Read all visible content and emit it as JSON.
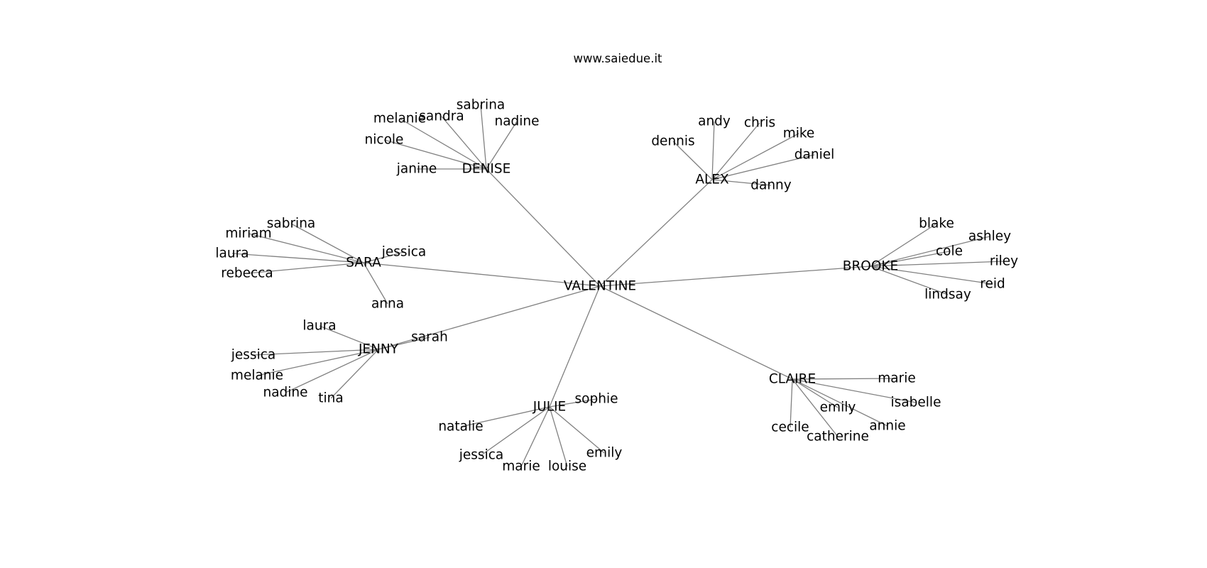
{
  "title": "www.saiedue.it",
  "root": "VALENTINE",
  "groups": [
    {
      "name": "DENISE",
      "children": [
        "melanie",
        "sandra",
        "sabrina",
        "nadine",
        "nicole",
        "janine"
      ]
    },
    {
      "name": "ALEX",
      "children": [
        "andy",
        "chris",
        "dennis",
        "mike",
        "daniel",
        "danny"
      ]
    },
    {
      "name": "SARA",
      "children": [
        "sabrina",
        "miriam",
        "laura",
        "jessica",
        "rebecca",
        "anna"
      ]
    },
    {
      "name": "BROOKE",
      "children": [
        "blake",
        "ashley",
        "cole",
        "riley",
        "reid",
        "lindsay"
      ]
    },
    {
      "name": "JENNY",
      "children": [
        "laura",
        "sarah",
        "jessica",
        "melanie",
        "nadine",
        "tina"
      ]
    },
    {
      "name": "JULIE",
      "children": [
        "sophie",
        "natalie",
        "jessica",
        "marie",
        "louise",
        "emily"
      ]
    },
    {
      "name": "CLAIRE",
      "children": [
        "marie",
        "isabelle",
        "emily",
        "annie",
        "cecile",
        "catherine"
      ]
    }
  ]
}
